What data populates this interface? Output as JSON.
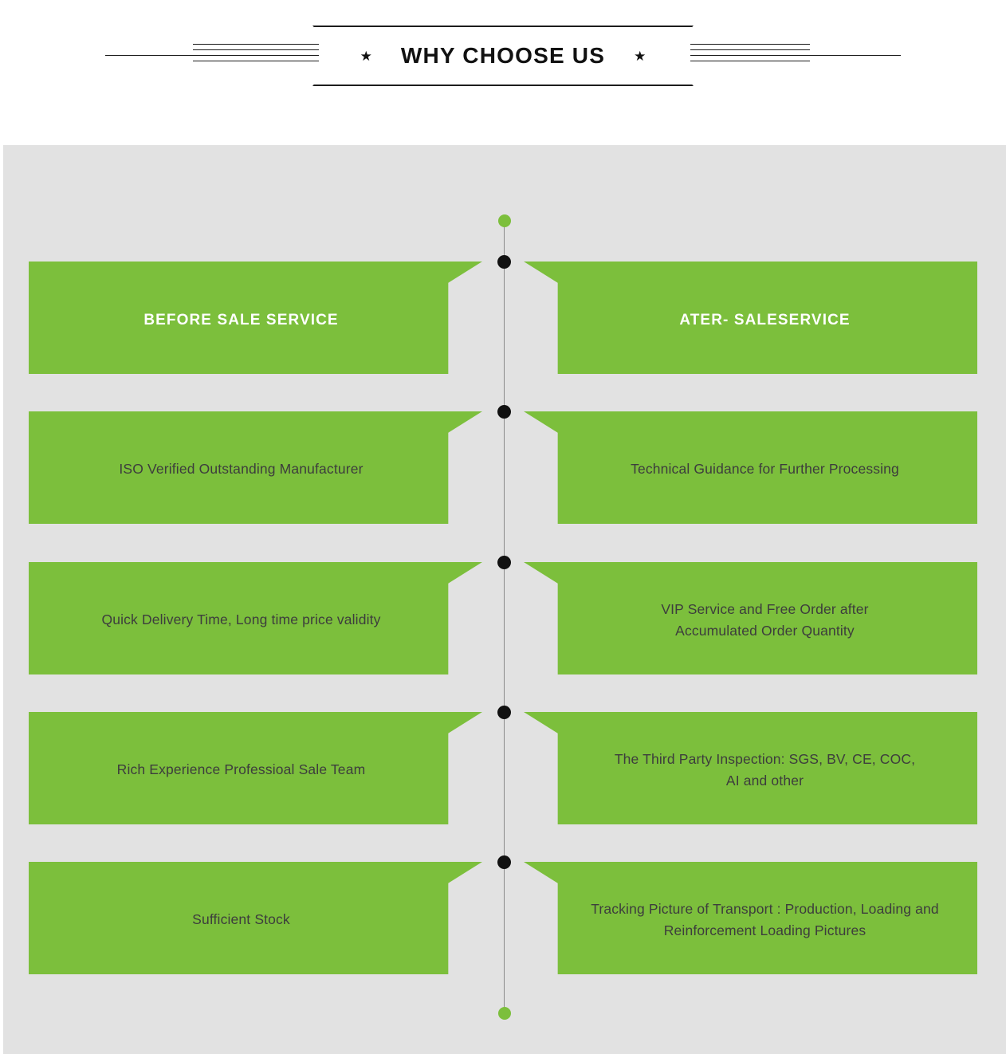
{
  "header": {
    "title": "WHY CHOOSE US",
    "star_left": "star-glyph",
    "star_right": "star-glyph"
  },
  "theme": {
    "green": "#7cbf3c",
    "stage_bg": "#e2e2e2",
    "page_bg": "#ffffff",
    "dot_black": "#111111",
    "body_text": "#3d3d3d",
    "head_text": "#ffffff",
    "timeline_line": "#8a8a8a"
  },
  "timeline": {
    "top_marker": "green-dot",
    "bottom_marker": "green-dot",
    "node_markers": [
      "black-dot",
      "black-dot",
      "black-dot",
      "black-dot",
      "black-dot"
    ]
  },
  "columns": {
    "left_heading": "BEFORE SALE SERVICE",
    "right_heading": "ATER- SALESERVICE"
  },
  "rows": [
    {
      "left": "BEFORE SALE SERVICE",
      "right": "ATER- SALESERVICE",
      "is_heading": true
    },
    {
      "left": "ISO Verified Outstanding Manufacturer",
      "right": "Technical Guidance for Further Processing",
      "is_heading": false
    },
    {
      "left": "Quick Delivery Time, Long time price validity",
      "right": "VIP Service and Free Order after Accumulated Order Quantity",
      "is_heading": false
    },
    {
      "left": "Rich Experience Professioal Sale Team",
      "right": "The Third Party Inspection: SGS, BV, CE, COC, AI and other",
      "is_heading": false
    },
    {
      "left": "Sufficient Stock",
      "right": "Tracking Picture of Transport : Production, Loading and Reinforcement Loading Pictures",
      "is_heading": false
    }
  ]
}
